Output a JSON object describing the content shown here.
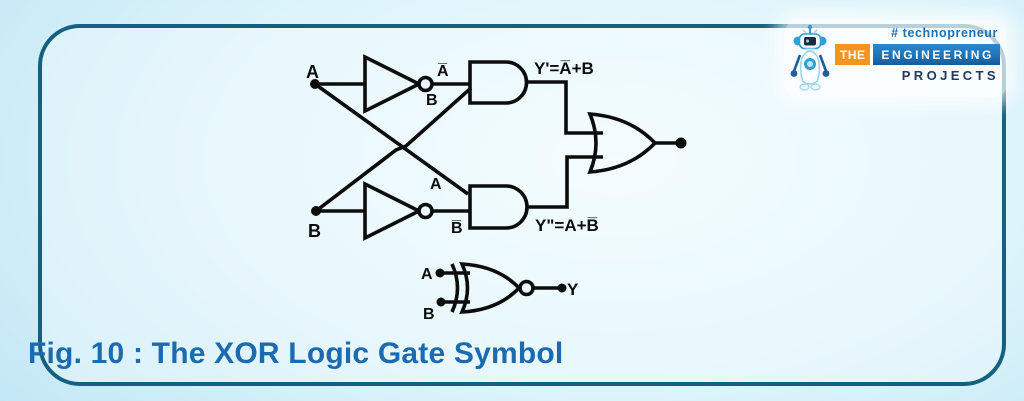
{
  "caption": "Fig. 10 : The XOR Logic Gate Symbol",
  "logo": {
    "hashtag": "# technopreneur",
    "the": "THE",
    "engineering": "ENGINEERING",
    "projects": "PROJECTS"
  },
  "colors": {
    "wire": "#0c0c0c",
    "panel_border": "#15607f",
    "caption_blue": "#1c6bb1",
    "hashtag_blue": "#1a74bd",
    "orange": "#f7941e",
    "brand_blue": "#1e74ba",
    "navy": "#21395f"
  },
  "diagram": {
    "input_a": "A",
    "input_b": "B",
    "not_a_out": "A̅",
    "crossed_b": "B",
    "crossed_a": "A",
    "not_b_out": "B̅",
    "and1_out": "Y'=A̅+B",
    "and2_out": "Y\"=A+B̅",
    "xor_in_a": "A",
    "xor_in_b": "B",
    "xor_out": "Y"
  }
}
